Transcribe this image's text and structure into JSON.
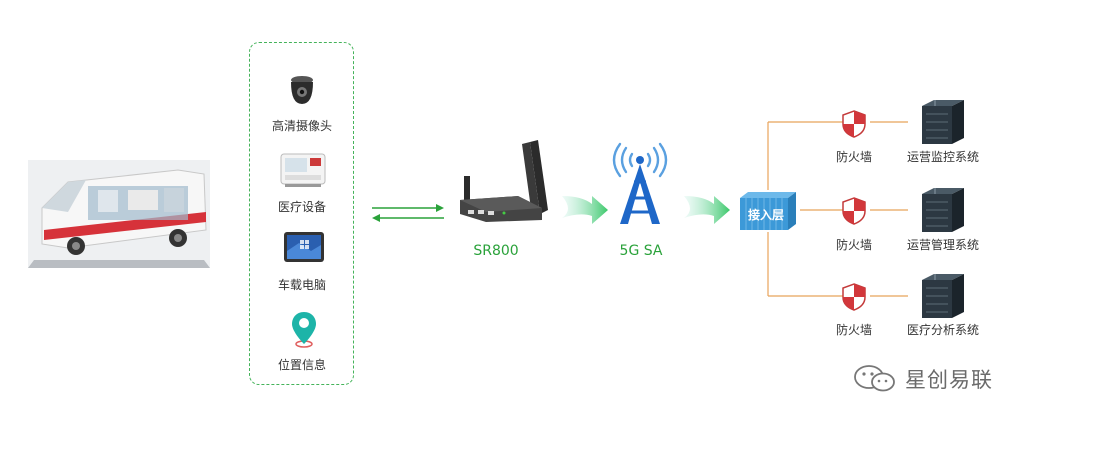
{
  "devices": [
    {
      "label": "高清摄像头",
      "icon": "dome-camera-icon"
    },
    {
      "label": "医疗设备",
      "icon": "medical-device-icon"
    },
    {
      "label": "车载电脑",
      "icon": "tablet-icon"
    },
    {
      "label": "位置信息",
      "icon": "location-pin-icon"
    }
  ],
  "router_label": "SR800",
  "network_label": "5G SA",
  "access_label": "接入层",
  "firewalls": [
    {
      "label": "防火墙",
      "system": "运营监控系统"
    },
    {
      "label": "防火墙",
      "system": "运营管理系统"
    },
    {
      "label": "防火墙",
      "system": "医疗分析系统"
    }
  ],
  "watermark": "星创易联",
  "colors": {
    "green": "#2aa23a",
    "dashed_border": "#44b35a",
    "orange_line": "#e8a35b",
    "access_blue": "#3c99d8",
    "tower_blue": "#1e67c8"
  }
}
